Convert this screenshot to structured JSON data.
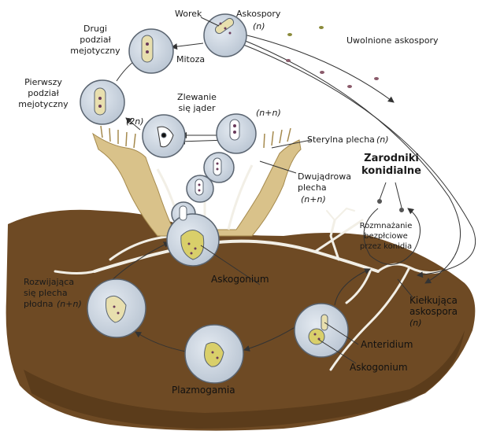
{
  "labels": {
    "worek": "Worek",
    "askospory": "Askospory",
    "n_askospory": "(n)",
    "drugi_line1": "Drugi",
    "drugi_line2": "podział",
    "drugi_line3": "mejotyczny",
    "mitoza": "Mitoza",
    "uwolnione": "Uwolnione askospory",
    "pierwszy_line1": "Pierwszy",
    "pierwszy_line2": "podział",
    "pierwszy_line3": "mejotyczny",
    "zlewanie_line1": "Zlewanie",
    "zlewanie_line2": "się jąder",
    "two_n": "(2n)",
    "n_plus_n_top": "(n+n)",
    "sterylna": "Sterylna plecha",
    "sterylna_n": "(n)",
    "dwujadrowa_line1": "Dwujądrowa",
    "dwujadrowa_line2": "plecha",
    "dwujadrowa_line3": "(n+n)",
    "zarodniki_line1": "Zarodniki",
    "zarodniki_line2": "konidialne",
    "rozmnazanie_line1": "Rozmnażanie",
    "rozmnazanie_line2": "bezpłciowe",
    "rozmnazanie_line3": "przez konidia",
    "askogonium_top": "Askogonium",
    "rozwijajaca_line1": "Rozwijająca",
    "rozwijajaca_line2": "się plecha",
    "rozwijajaca_line3": "płodna",
    "rozwijajaca_nn": "(n+n)",
    "kielkujaca_line1": "Kiełkująca",
    "kielkujaca_line2": "askospora",
    "kielkujaca_n": "(n)",
    "anteridium": "Anteridium",
    "askogonium_bottom": "Askogonium",
    "plazmogamia": "Plazmogamia"
  },
  "colors": {
    "soil": "#6e4a24",
    "soil_dark": "#4f3316",
    "fruiting_body": "#d9c28a",
    "fruiting_body_edge": "#a58a4e",
    "hypha": "#f2efe6",
    "circle_fill": "#c9d3df",
    "circle_edge": "#5a6470",
    "arrow": "#333333",
    "spore": "#8a8a3a"
  }
}
